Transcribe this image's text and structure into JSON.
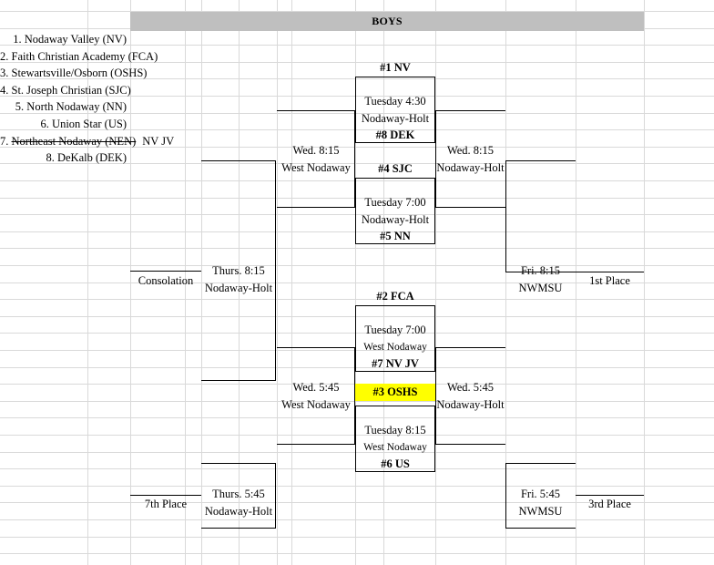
{
  "header": {
    "title": "BOYS",
    "band_color": "#bfbfbf"
  },
  "teams": [
    {
      "num": "1.",
      "name": "Nodaway Valley (NV)",
      "struck": false,
      "replacement": ""
    },
    {
      "num": "2.",
      "name": "Faith Christian Academy (FCA)",
      "struck": false,
      "replacement": ""
    },
    {
      "num": "3.",
      "name": "Stewartsville/Osborn (OSHS)",
      "struck": false,
      "replacement": ""
    },
    {
      "num": "4.",
      "name": "St. Joseph Christian (SJC)",
      "struck": false,
      "replacement": ""
    },
    {
      "num": "5.",
      "name": "North Nodaway (NN)",
      "struck": false,
      "replacement": ""
    },
    {
      "num": "6.",
      "name": "Union Star (US)",
      "struck": false,
      "replacement": ""
    },
    {
      "num": "7.",
      "name": "Northeast Nodaway (NEN)",
      "struck": true,
      "replacement": "NV JV"
    },
    {
      "num": "8.",
      "name": "DeKalb (DEK)",
      "struck": false,
      "replacement": ""
    }
  ],
  "bracket": {
    "top_seed_upper": "#1 NV",
    "game_r1_1": {
      "day_time": "Tuesday 4:30",
      "venue": "Nodaway-Holt",
      "seed": "#8 DEK"
    },
    "mid_seed_upper": "#4 SJC",
    "game_r1_2": {
      "day_time": "Tuesday 7:00",
      "venue": "Nodaway-Holt",
      "seed": "#5 NN"
    },
    "top_seed_lower": "#2 FCA",
    "game_r1_3": {
      "day_time": "Tuesday 7:00",
      "venue": "West Nodaway",
      "seed": "#7 NV JV"
    },
    "mid_seed_lower": "#3 OSHS",
    "mid_seed_lower_highlight": "#ffff00",
    "game_r1_4": {
      "day_time": "Tuesday 8:15",
      "venue": "West Nodaway",
      "seed": "#6 US"
    },
    "semi_left_upper": {
      "day_time": "Wed. 8:15",
      "venue": "West Nodaway"
    },
    "semi_right_upper": {
      "day_time": "Wed. 8:15",
      "venue": "Nodaway-Holt"
    },
    "semi_left_lower": {
      "day_time": "Wed. 5:45",
      "venue": "West Nodaway"
    },
    "semi_right_lower": {
      "day_time": "Wed. 5:45",
      "venue": "Nodaway-Holt"
    },
    "consolation_game": {
      "day_time": "Thurs. 8:15",
      "venue": "Nodaway-Holt"
    },
    "consolation_label": "Consolation",
    "seventh_place_game": {
      "day_time": "Thurs. 5:45",
      "venue": "Nodaway-Holt"
    },
    "seventh_place_label": "7th Place",
    "championship_game": {
      "day_time": "Fri. 8:15",
      "venue": "NWMSU"
    },
    "first_place_label": "1st Place",
    "third_place_game": {
      "day_time": "Fri. 5:45",
      "venue": "NWMSU"
    },
    "third_place_label": "3rd Place"
  }
}
